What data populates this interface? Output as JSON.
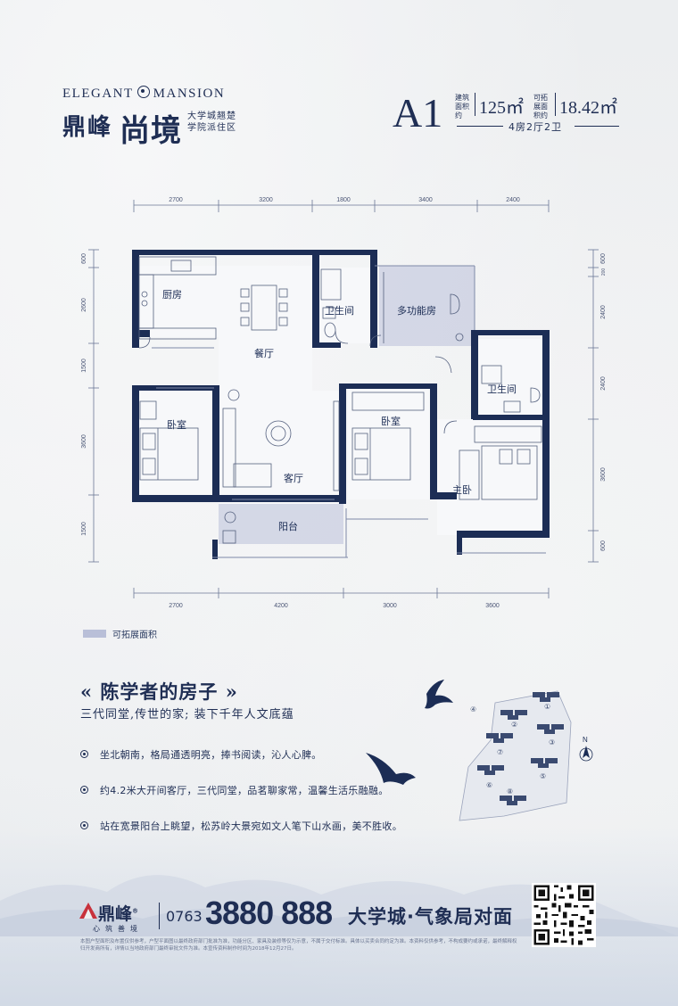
{
  "brand": {
    "en_left": "ELEGANT",
    "en_right": "MANSION",
    "cn_company": "鼎峰",
    "cn_project": "尚境",
    "slogan_line1": "大学城翘楚",
    "slogan_line2": "学院派住区"
  },
  "unit": {
    "code": "A1",
    "build_area_label": "建筑面积约",
    "build_area": "125㎡",
    "expand_area_label": "可拓展面积约",
    "expand_area": "18.42㎡",
    "layout": "4房2厅2卫"
  },
  "dimensions": {
    "top": [
      "2700",
      "3200",
      "1800",
      "3400",
      "2400"
    ],
    "bottom": [
      "2700",
      "4200",
      "3000",
      "3600"
    ],
    "left": [
      "600",
      "2600",
      "1500",
      "3600",
      "1500"
    ],
    "right": [
      "600",
      "200",
      "2400",
      "2400",
      "3600",
      "600"
    ]
  },
  "rooms": {
    "kitchen": "厨房",
    "dining": "餐厅",
    "bath1": "卫生间",
    "multi": "多功能房",
    "bath2": "卫生间",
    "bedroom1": "卧室",
    "living": "客厅",
    "bedroom2": "卧室",
    "master": "主卧",
    "balcony": "阳台"
  },
  "legend": {
    "label": "可拓展面积"
  },
  "colors": {
    "navy": "#1f2e54",
    "wall": "#1c2d55",
    "expand": "#b9bfd8"
  },
  "copy": {
    "headline": "« 陈学者的房子 »",
    "subline": "三代同堂,传世的家; 装下千年人文底蕴",
    "bullets": [
      "坐北朝南，格局通透明亮，捧书阅读，沁人心脾。",
      "约4.2米大开间客厅，三代同堂，品茗聊家常，温馨生活乐融融。",
      "站在宽景阳台上眺望，松苏岭大景宛如文人笔下山水画，美不胜收。"
    ]
  },
  "siteplan": {
    "north": "N",
    "buildings": [
      "①",
      "②",
      "③",
      "④",
      "⑤",
      "⑥",
      "⑦",
      "⑧"
    ]
  },
  "footer": {
    "logo": "鼎峰",
    "logo_reg": "®",
    "logo_sub": "心筑善境",
    "phone_prefix": "0763",
    "phone": "3880 888",
    "address": "大学城·气象局对面",
    "disclaimer": "本图户型面积及布置仅供参考，户型平面图以最终政府部门批准为准，功能分区、家具及装修等仅为示意，不属于交付标准。具体以买卖合同约定为准。本资料仅供参考，不构成要约或承诺，最终解释权归开发商所有，详情以当地政府部门最终审批文件为准。本宣传资料制作时间为2018年12月27日。"
  }
}
